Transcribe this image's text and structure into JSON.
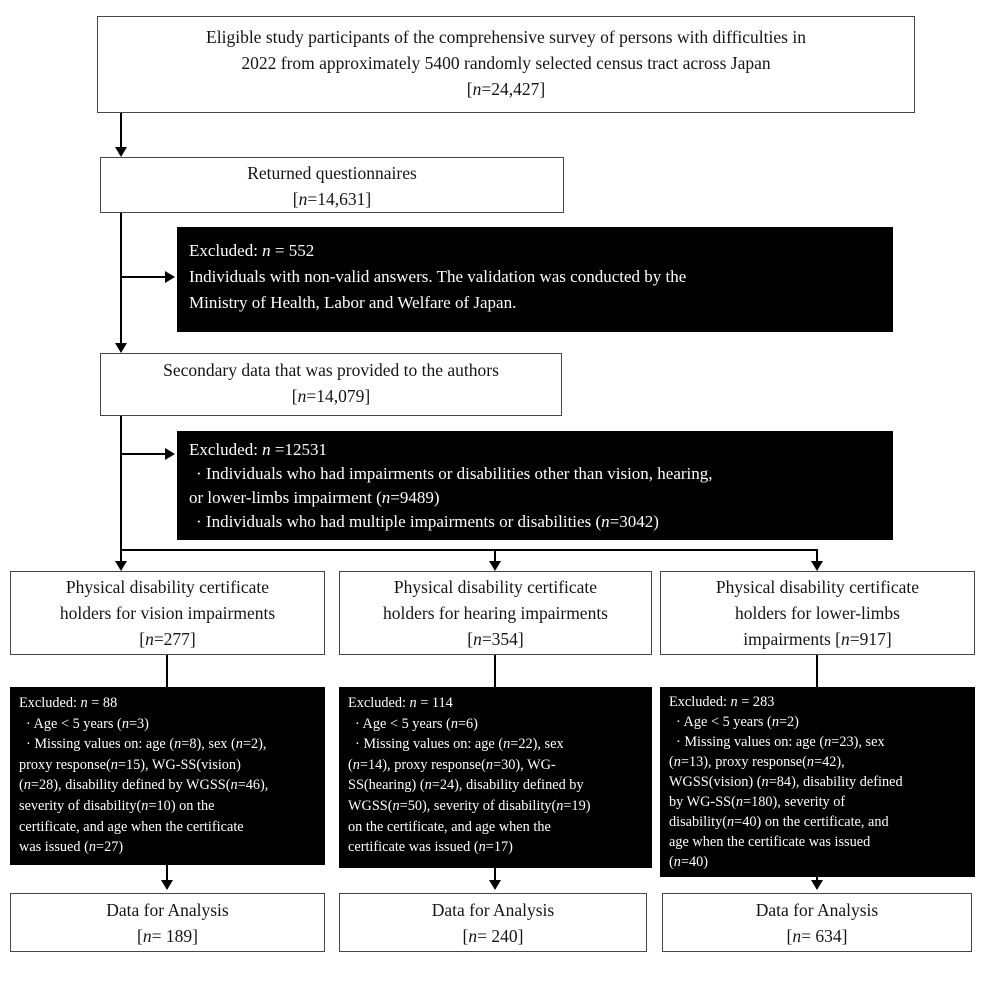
{
  "colors": {
    "background": "#ffffff",
    "box-bg": "#ffffff",
    "box-border": "#474747",
    "excluded-bg": "#000000",
    "excluded-text": "#ffffff",
    "text": "#151515",
    "connector": "#000000"
  },
  "flowchart": {
    "eligible": {
      "lines": [
        "Eligible study participants of the comprehensive survey of persons with difficulties in",
        "2022 from approximately 5400 randomly selected census tract across Japan",
        "[n=24,427]"
      ]
    },
    "returned": {
      "lines": [
        "Returned questionnaires",
        "[n=14,631]"
      ]
    },
    "excluded_nonvalid": {
      "lines": [
        "Excluded: n = 552",
        "Individuals with non-valid answers. The validation was conducted by the",
        "Ministry of Health, Labor and Welfare of Japan."
      ]
    },
    "secondary": {
      "lines": [
        "Secondary data that was provided to the authors",
        "[n=14,079]"
      ]
    },
    "excluded_scope": {
      "lines": [
        "Excluded: n =12531",
        "· Individuals who had impairments or disabilities other than vision, hearing,",
        "or lower-limbs impairment (n=9489)",
        "· Individuals who had multiple impairments or disabilities (n=3042)"
      ]
    },
    "columns": [
      {
        "id": "vision",
        "certificate": {
          "lines": [
            "Physical disability certificate",
            "holders for vision impairments",
            "[n=277]"
          ]
        },
        "excluded": {
          "lines": [
            "Excluded: n = 88",
            "· Age < 5 years (n=3)",
            "· Missing values on: age (n=8), sex (n=2),",
            "proxy response(n=15), WG-SS(vision)",
            "(n=28), disability defined by WGSS(n=46),",
            "severity of disability(n=10) on the",
            "certificate, and age when the certificate",
            "was issued (n=27)"
          ]
        },
        "analysis": {
          "lines": [
            "Data for Analysis",
            "[n= 189]"
          ]
        }
      },
      {
        "id": "hearing",
        "certificate": {
          "lines": [
            "Physical disability certificate",
            "holders for hearing impairments",
            "[n=354]"
          ]
        },
        "excluded": {
          "lines": [
            "Excluded: n = 114",
            "· Age < 5 years (n=6)",
            "· Missing values on: age (n=22), sex",
            "(n=14), proxy response(n=30), WG-",
            "SS(hearing) (n=24), disability defined by",
            "WGSS(n=50), severity of disability(n=19)",
            "on the certificate, and age when the",
            "certificate was issued (n=17)"
          ]
        },
        "analysis": {
          "lines": [
            "Data for Analysis",
            "[n= 240]"
          ]
        }
      },
      {
        "id": "lower-limbs",
        "certificate": {
          "lines": [
            "Physical disability certificate",
            "holders for lower-limbs",
            "impairments [n=917]"
          ]
        },
        "excluded": {
          "lines": [
            "Excluded: n = 283",
            "· Age < 5 years (n=2)",
            "· Missing values on: age (n=23), sex",
            "(n=13), proxy response(n=42),",
            "WGSS(vision) (n=84), disability defined",
            "by WG-SS(n=180), severity of",
            "disability(n=40) on the certificate, and",
            "age when the certificate was issued",
            "(n=40)"
          ]
        },
        "analysis": {
          "lines": [
            "Data for Analysis",
            "[n= 634]"
          ]
        }
      }
    ]
  }
}
